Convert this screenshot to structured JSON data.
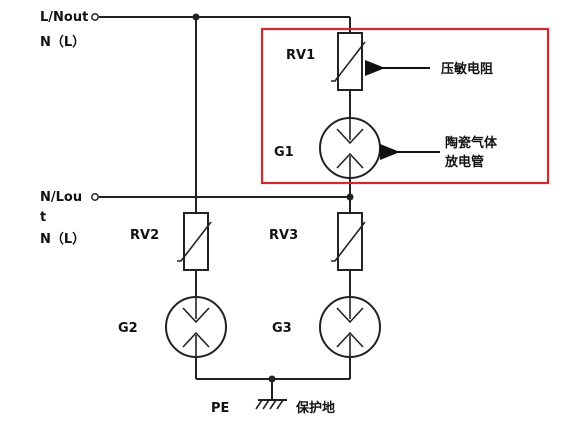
{
  "terminals": {
    "top_line1": "L/Nout",
    "top_line2": "N（L）",
    "mid_line1": "N/Lou",
    "mid_line2": "t",
    "mid_line3": "N（L）"
  },
  "components": {
    "rv1": "RV1",
    "rv2": "RV2",
    "rv3": "RV3",
    "g1": "G1",
    "g2": "G2",
    "g3": "G3"
  },
  "annotations": {
    "varistor": "压敏电阻",
    "gdt_line1": "陶瓷气体",
    "gdt_line2": "放电管"
  },
  "ground": {
    "pe": "PE",
    "protective_earth": "保护地"
  },
  "colors": {
    "highlight_box": "#d8262f",
    "wire": "#222222"
  }
}
